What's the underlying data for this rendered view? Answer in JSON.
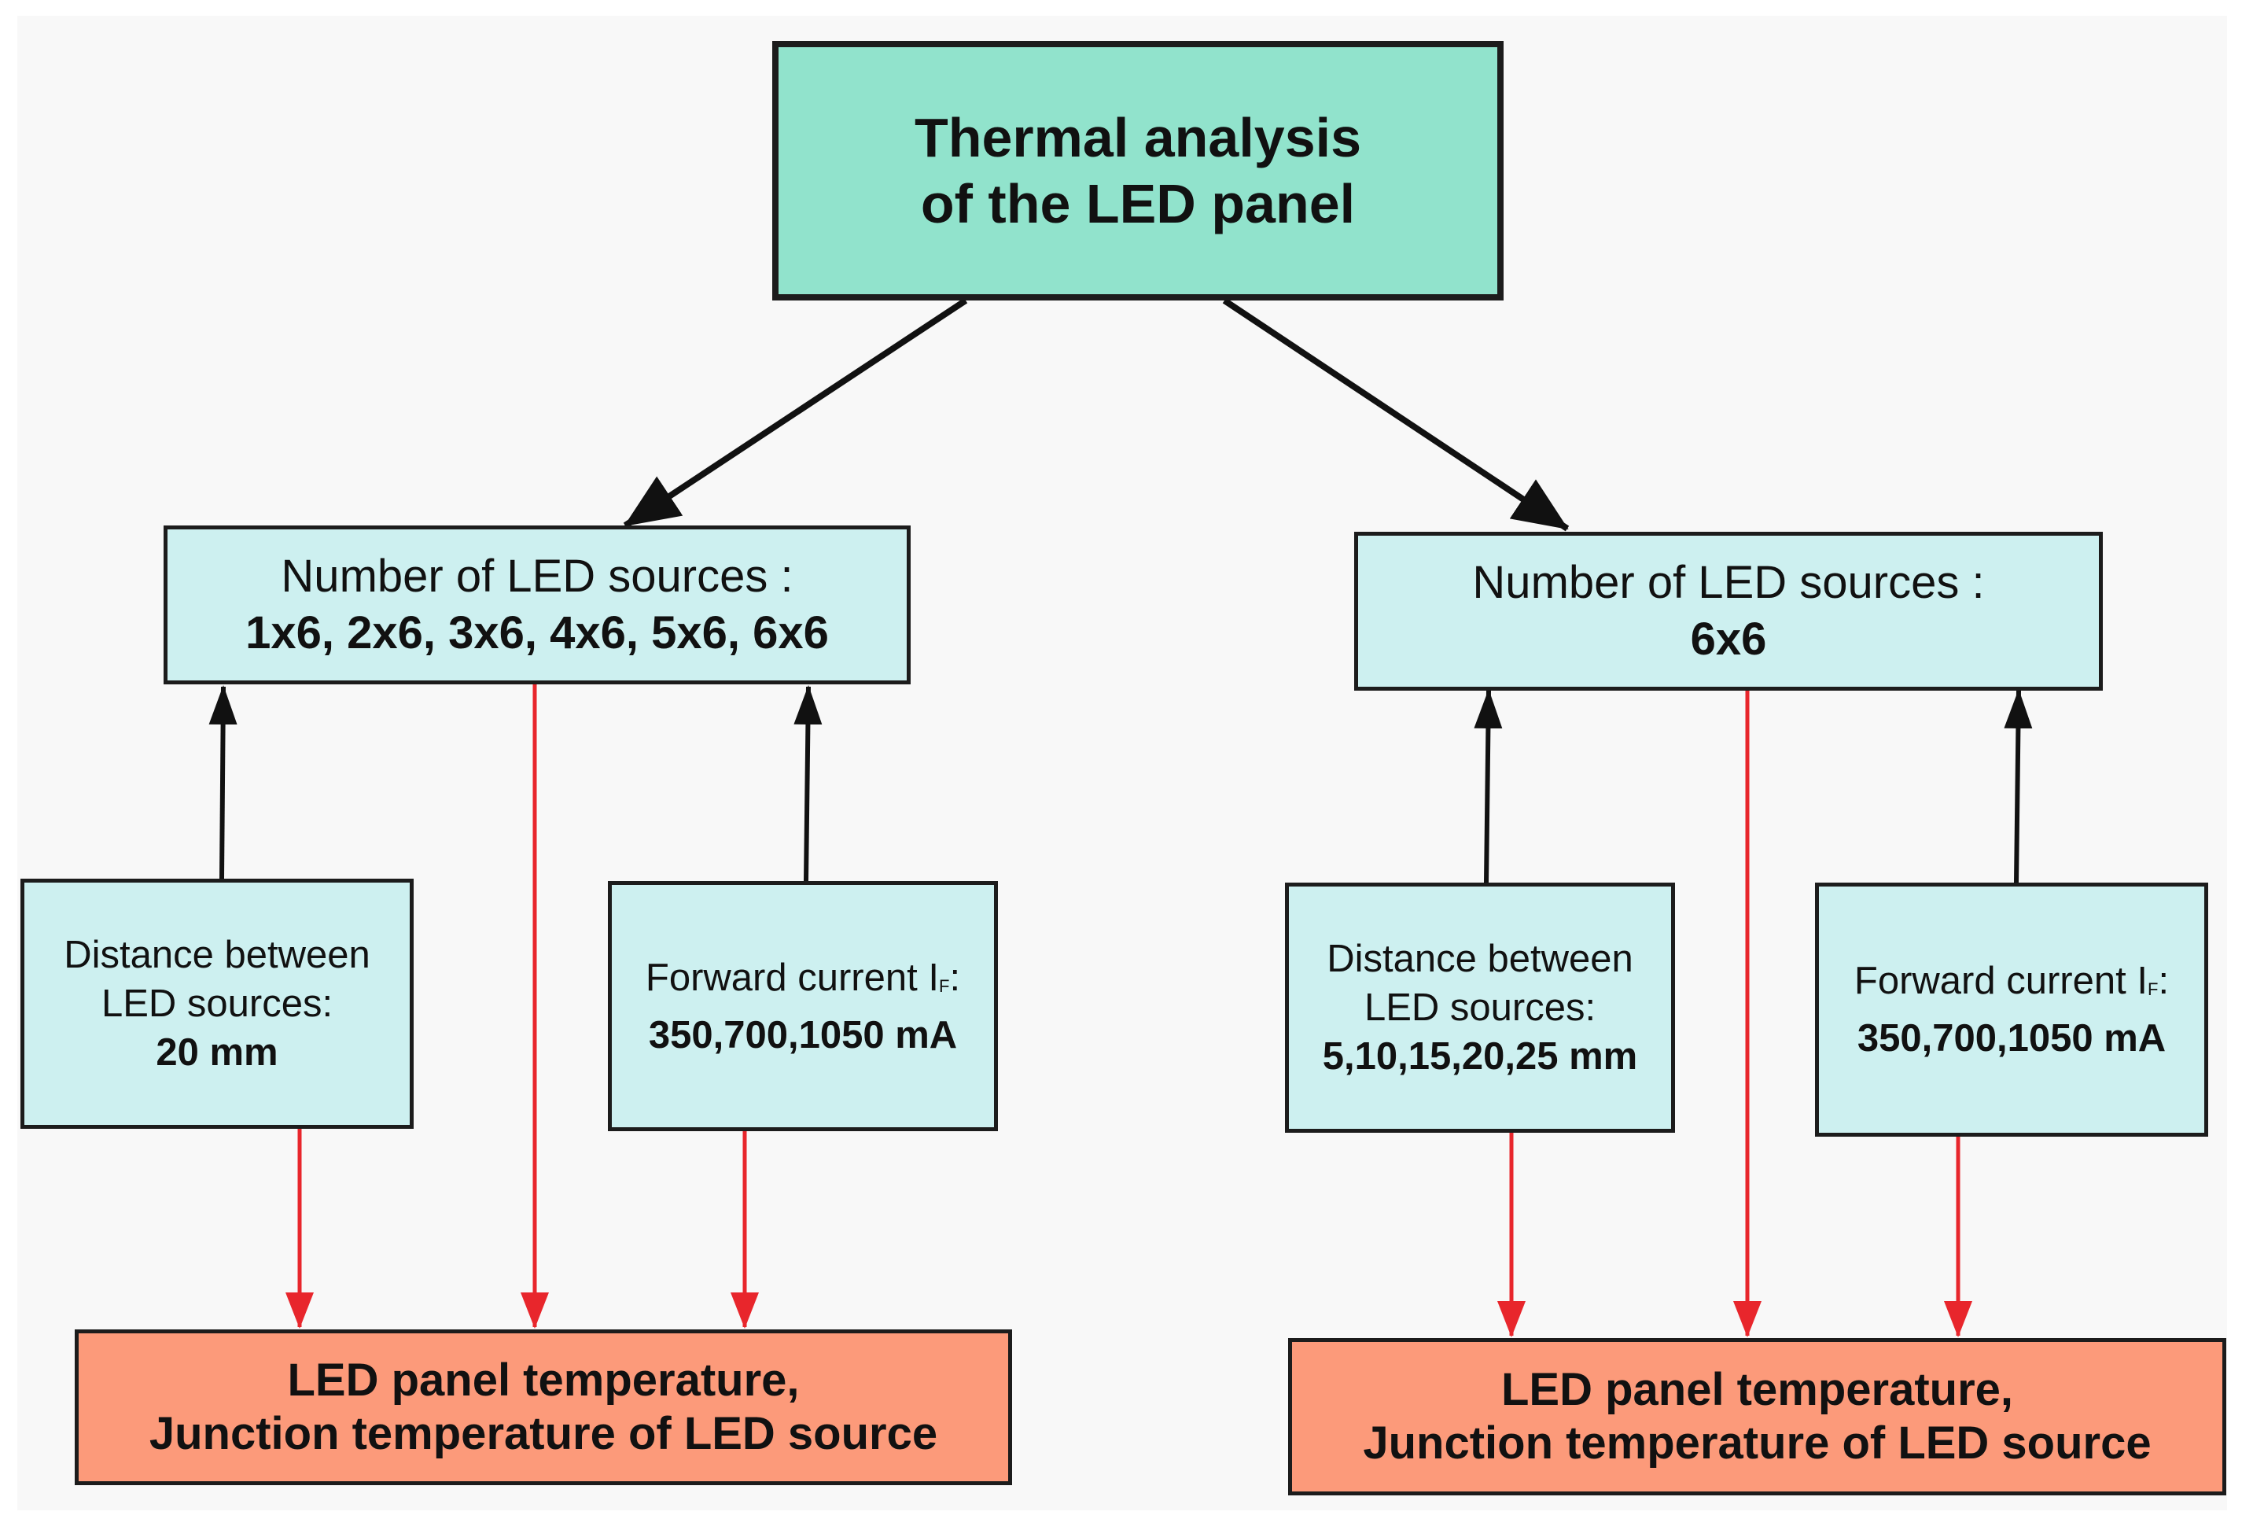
{
  "root": {
    "line1": "Thermal analysis",
    "line2": "of the LED panel"
  },
  "branches": [
    {
      "sources_label": "Number of LED sources :",
      "sources_value": "1x6, 2x6, 3x6, 4x6, 5x6, 6x6",
      "distance": {
        "line1": "Distance between",
        "line2": "LED sources:",
        "value": "20 mm"
      },
      "current": {
        "label": "Forward current I",
        "label_sub": "F",
        "label_colon": ":",
        "value": "350,700,1050 mA"
      },
      "output": {
        "line1": "LED panel temperature,",
        "line2": "Junction temperature of LED source"
      }
    },
    {
      "sources_label": "Number of LED sources :",
      "sources_value": "6x6",
      "distance": {
        "line1": "Distance between",
        "line2": "LED sources:",
        "value": "5,10,15,20,25 mm"
      },
      "current": {
        "label": "Forward current I",
        "label_sub": "F",
        "label_colon": ":",
        "value": "350,700,1050 mA"
      },
      "output": {
        "line1": "LED panel temperature,",
        "line2": "Junction temperature of LED source"
      }
    }
  ],
  "colors": {
    "root_fill": "#91e3cc",
    "node_fill": "#cdf0f0",
    "output_fill": "#fc9a7a",
    "input_arrow": "#111111",
    "result_arrow": "#e8262c"
  }
}
